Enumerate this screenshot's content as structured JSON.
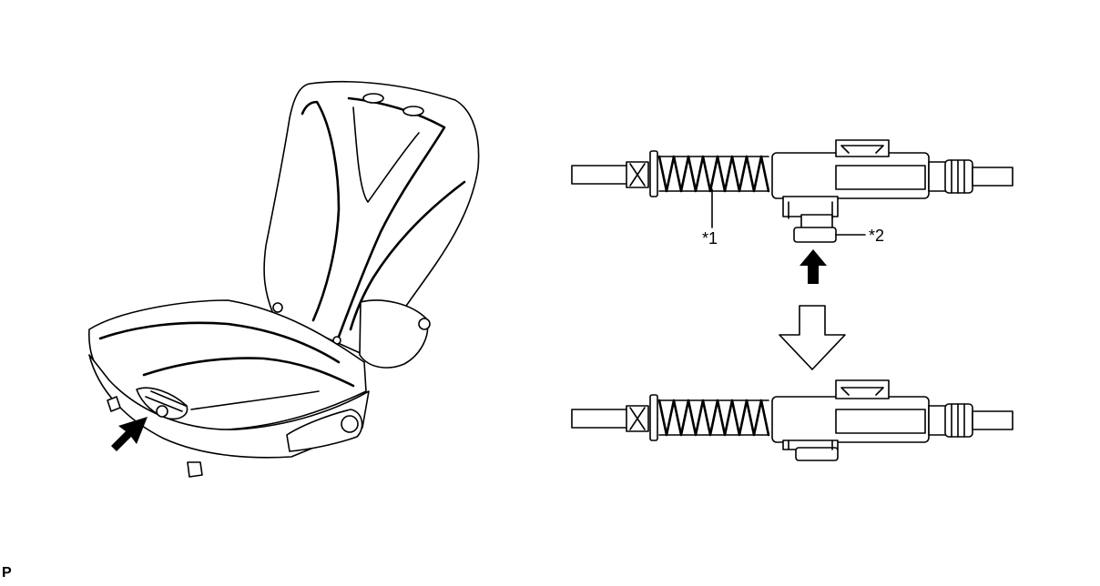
{
  "labels": {
    "part_1": "*1",
    "part_2": "*2",
    "corner_code": "P"
  },
  "arrows": {
    "pointer_fill": "#000000",
    "transition_fill": "#ffffff"
  }
}
